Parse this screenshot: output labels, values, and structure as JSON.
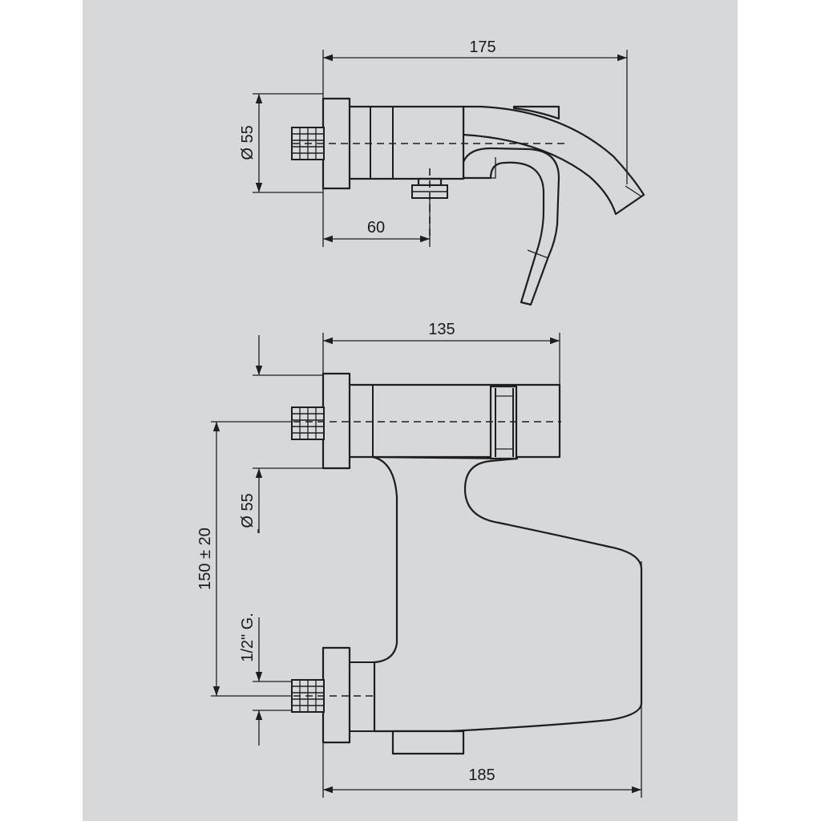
{
  "colors": {
    "panel_background": "#d7d8da",
    "page_background": "#ffffff",
    "line": "#1e1e1e"
  },
  "top_view": {
    "dim_overall_length": "175",
    "dim_body_diameter": "Ø 55",
    "dim_outlet_offset": "60"
  },
  "front_view": {
    "dim_upper_length": "135",
    "dim_centres": "150 ± 20",
    "dim_body_diameter": "Ø 55",
    "dim_thread": "1/2\" G.",
    "dim_overall_length": "185"
  }
}
